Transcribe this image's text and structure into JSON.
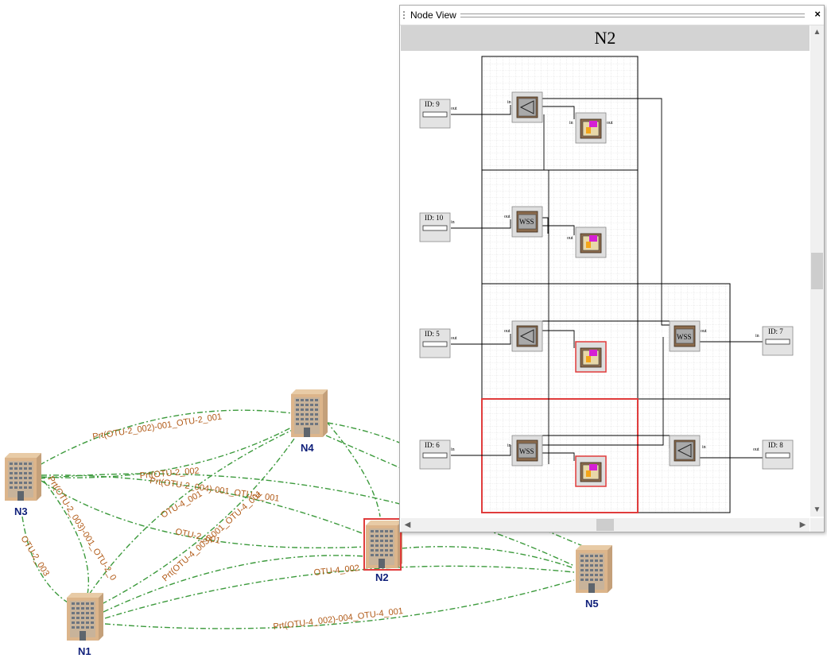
{
  "network": {
    "nodes": [
      {
        "id": "N1",
        "label": "N1",
        "selected": false
      },
      {
        "id": "N2",
        "label": "N2",
        "selected": true
      },
      {
        "id": "N3",
        "label": "N3",
        "selected": false
      },
      {
        "id": "N4",
        "label": "N4",
        "selected": false
      },
      {
        "id": "N5",
        "label": "N5",
        "selected": false
      }
    ],
    "link_labels": [
      "Prt(OTU-2_002)-001_OTU-2_001",
      "Prt(OTU-2_002",
      "Prt(OTU-2_004)-001_OTU-4_001",
      "OTU-4_001",
      "OTU-2_001",
      "Prt(OTU-4_003)-001_OTU-4_001",
      "OTU-4_002",
      "Prt(OTU-4_002)-004_OTU-4_001",
      "Prt(OTU-2_003)-001_OTU-2_0",
      "OTU-2_003"
    ],
    "colors": {
      "link": "#3c9a3c",
      "label": "#b15a17",
      "node_label": "#0f1f7a",
      "selection": "#e03c3c"
    }
  },
  "node_view": {
    "window_title": "Node View",
    "close_icon": "×",
    "node_title": "N2",
    "ports": [
      {
        "label": "ID: 9",
        "dir": "out"
      },
      {
        "label": "ID: 10",
        "dir": "in"
      },
      {
        "label": "ID: 5",
        "dir": "out"
      },
      {
        "label": "ID: 6",
        "dir": "in"
      },
      {
        "label": "ID: 7",
        "dir": "in"
      },
      {
        "label": "ID: 8",
        "dir": "out"
      }
    ],
    "component_labels": {
      "wss": "WSS",
      "in": "in",
      "out": "out"
    },
    "scroll": {
      "up": "▲",
      "down": "▼",
      "left": "◀",
      "right": "▶"
    }
  }
}
